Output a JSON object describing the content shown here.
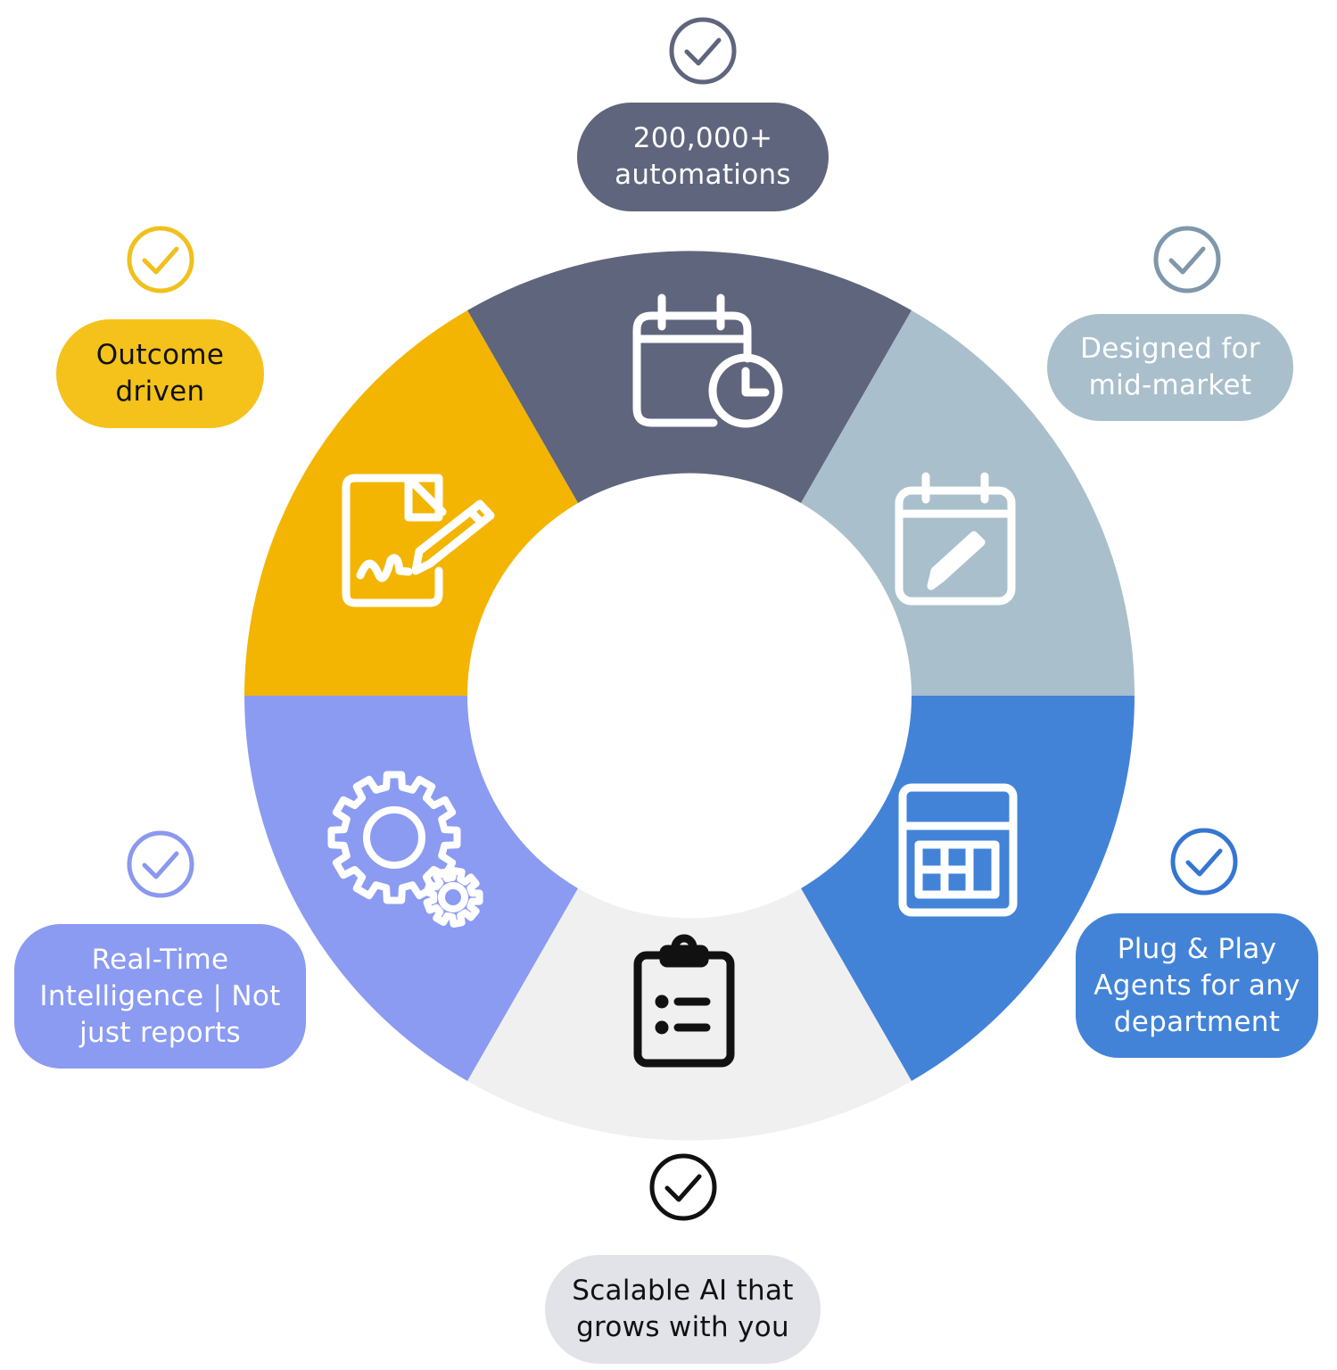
{
  "colors": {
    "automations": "#5f657d",
    "midmarket": "#a9bfcc",
    "plugplay": "#4283d8",
    "scalable": "#f0f0f0",
    "realtime": "#8b9bf2",
    "outcome": "#f3b502",
    "outcome_pill": "#f4c21a",
    "scalable_pill": "#e1e3e8",
    "icon_white": "#ffffff",
    "icon_black": "#111111"
  },
  "segments": [
    {
      "id": "automations",
      "icon": "calendar-clock-icon"
    },
    {
      "id": "midmarket",
      "icon": "calendar-edit-icon"
    },
    {
      "id": "plugplay",
      "icon": "spreadsheet-icon"
    },
    {
      "id": "scalable",
      "icon": "clipboard-list-icon"
    },
    {
      "id": "realtime",
      "icon": "gears-icon"
    },
    {
      "id": "outcome",
      "icon": "document-signature-icon"
    }
  ],
  "labels": {
    "automations": {
      "line1": "200,000+",
      "line2": "automations"
    },
    "midmarket": {
      "line1": "Designed for",
      "line2": "mid-market"
    },
    "plugplay": {
      "line1": "Plug & Play",
      "line2": "Agents for any",
      "line3": "department"
    },
    "scalable": {
      "line1": "Scalable AI that",
      "line2": "grows with you"
    },
    "realtime": {
      "line1": "Real-Time",
      "line2": "Intelligence | Not",
      "line3": "just reports"
    },
    "outcome": {
      "line1": "Outcome",
      "line2": "driven"
    }
  },
  "check_icons": [
    "check-circle-icon"
  ]
}
